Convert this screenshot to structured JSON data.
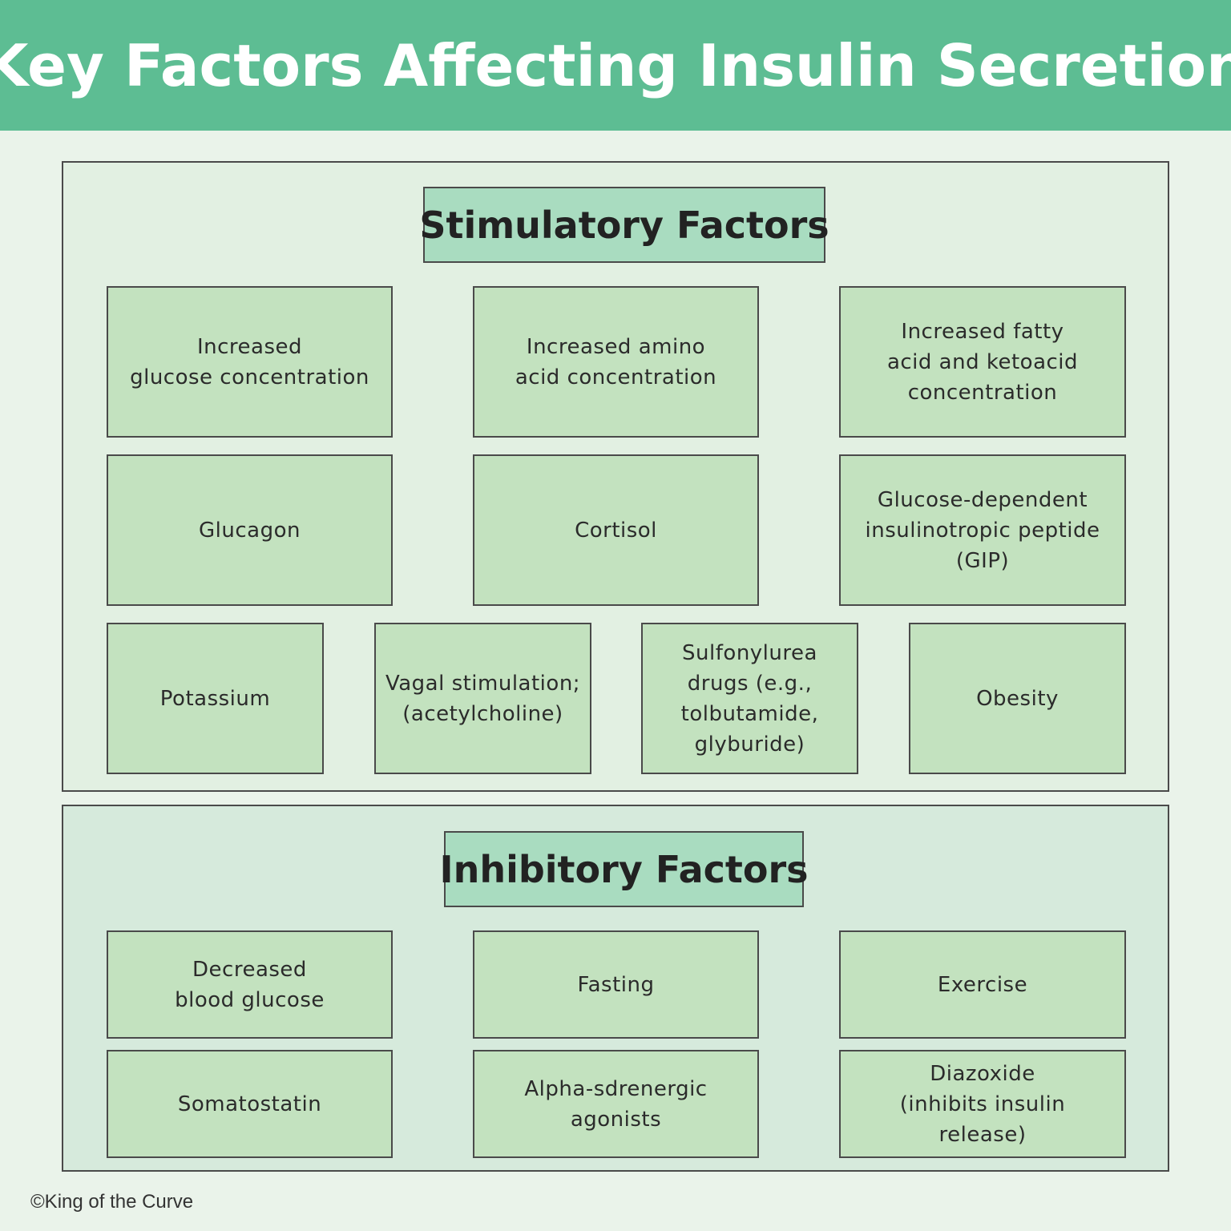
{
  "title": "Key Factors Affecting Insulin Secretion",
  "stimulatory": {
    "heading": "Stimulatory Factors",
    "items": [
      "Increased\nglucose concentration",
      "Increased amino\nacid concentration",
      "Increased fatty\nacid and ketoacid\nconcentration",
      "Glucagon",
      "Cortisol",
      "Glucose-dependent\ninsulinotropic peptide\n(GIP)",
      "Potassium",
      "Vagal stimulation;\n(acetylcholine)",
      "Sulfonylurea\ndrugs (e.g.,\ntolbutamide,\nglyburide)",
      "Obesity"
    ]
  },
  "inhibitory": {
    "heading": "Inhibitory Factors",
    "items": [
      "Decreased\nblood glucose",
      "Fasting",
      "Exercise",
      "Somatostatin",
      "Alpha-sdrenergic\nagonists",
      "Diazoxide\n(inhibits insulin\nrelease)"
    ]
  },
  "copyright": "©King of the Curve"
}
